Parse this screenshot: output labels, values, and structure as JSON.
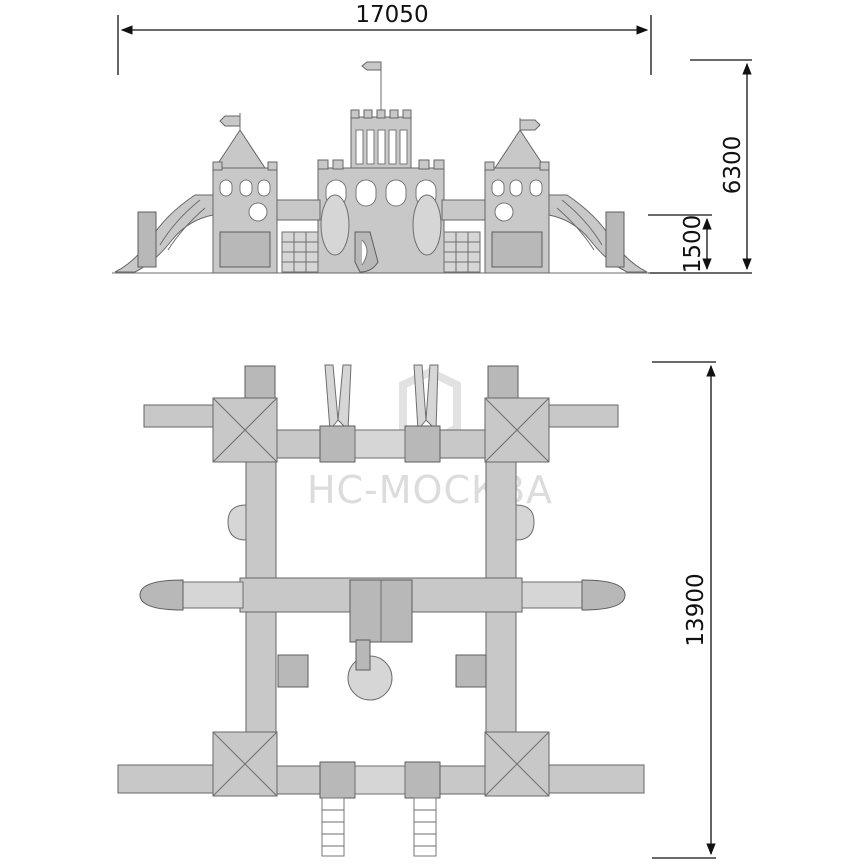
{
  "dimensions": {
    "width": "17050",
    "height": "6300",
    "platform_height": "1500",
    "depth": "13900"
  },
  "watermark": {
    "text": "НС-МОСКВА"
  },
  "colors": {
    "structure_fill": "#c8c8c8",
    "structure_stroke": "#666666",
    "dimension_line": "#111111",
    "watermark": "#dcdcdc"
  }
}
